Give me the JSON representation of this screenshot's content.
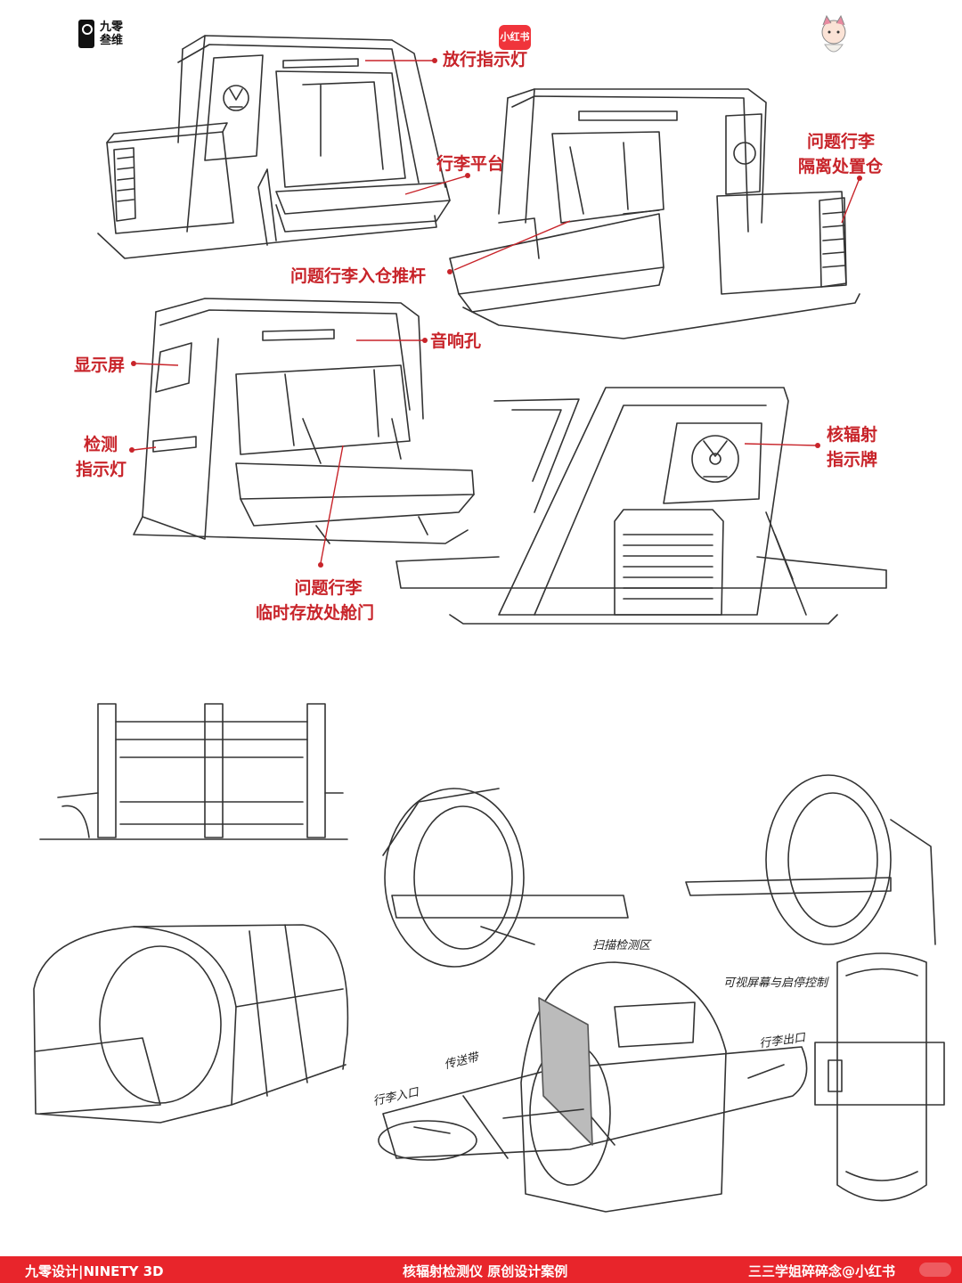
{
  "brand": {
    "line1": "九零",
    "line2": "叁维"
  },
  "badge": {
    "label": "小红书"
  },
  "callouts": {
    "release_light": "放行指示灯",
    "luggage_platform": "行李平台",
    "isolation_line1": "问题行李",
    "isolation_line2": "隔离处置仓",
    "push_rod": "问题行李入仓推杆",
    "speaker": "音响孔",
    "display": "显示屏",
    "detect_line1": "检测",
    "detect_line2": "指示灯",
    "radiation_line1": "核辐射",
    "radiation_line2": "指示牌",
    "storage_line1": "问题行李",
    "storage_line2": "临时存放处舱门"
  },
  "handwritten": {
    "scan_zone": "扫描检测区",
    "screen_panel": "可视屏幕与启停控制",
    "belt": "传送带",
    "entry": "行李入口",
    "exit": "行李出口"
  },
  "footer": {
    "left": "九零设计|NINETY 3D",
    "center": "核辐射检测仪 原创设计案例",
    "right": "三三学姐碎碎念@小红书"
  },
  "colors": {
    "accent": "#c8242a",
    "footer_bg": "#e8252b",
    "line": "#333333"
  }
}
